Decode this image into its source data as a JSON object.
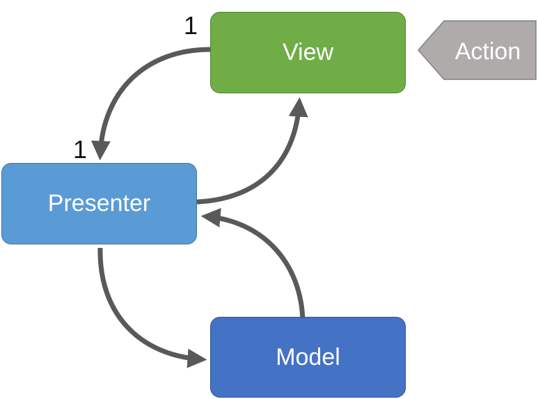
{
  "diagram": {
    "nodes": {
      "view": {
        "label": "View",
        "fill": "#70AD47",
        "stroke": "#507E32"
      },
      "presenter": {
        "label": "Presenter",
        "fill": "#5B9BD5",
        "stroke": "#41719C"
      },
      "model": {
        "label": "Model",
        "fill": "#4472C4",
        "stroke": "#2F528F"
      }
    },
    "action": {
      "label": "Action",
      "fill": "#AFABAB",
      "stroke": "#7F7F7F"
    },
    "multiplicity": {
      "view_end": "1",
      "presenter_end": "1"
    },
    "connector_color": "#595959",
    "edges": [
      {
        "from": "view",
        "to": "presenter"
      },
      {
        "from": "presenter",
        "to": "view"
      },
      {
        "from": "presenter",
        "to": "model"
      },
      {
        "from": "model",
        "to": "presenter"
      }
    ]
  }
}
